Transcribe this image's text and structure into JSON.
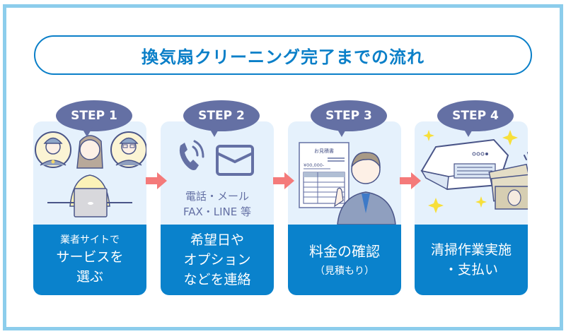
{
  "title": "換気扇クリーニング完了までの流れ",
  "colors": {
    "frame_border": "#8ccdec",
    "title_blue": "#0a7fc8",
    "card_light": "#e5f1fc",
    "card_dark": "#0a82cc",
    "bubble": "#6470a4",
    "arrow": "#f47a7a",
    "sparkle": "#f7df3a"
  },
  "steps": [
    {
      "step_label": "STEP 1",
      "illustration": "person-with-laptop-and-workers",
      "text_lines": [
        {
          "text": "業者サイトで",
          "size": "small"
        },
        {
          "text": "サービスを",
          "size": "large"
        },
        {
          "text": "選ぶ",
          "size": "large"
        }
      ]
    },
    {
      "step_label": "STEP 2",
      "illustration": "phone-and-mail-icons",
      "illustration_caption": [
        "電話・メール",
        "FAX・LINE 等"
      ],
      "text_lines": [
        {
          "text": "希望日や",
          "size": "large"
        },
        {
          "text": "オプション",
          "size": "large"
        },
        {
          "text": "などを連絡",
          "size": "large"
        }
      ]
    },
    {
      "step_label": "STEP 3",
      "illustration": "estimate-document-and-worker",
      "document": {
        "heading": "お見積書",
        "amount": "¥00,000-"
      },
      "text_lines": [
        {
          "text": "料金の確認",
          "size": "large"
        },
        {
          "text": "（見積もり）",
          "size": "small"
        }
      ]
    },
    {
      "step_label": "STEP 4",
      "illustration": "range-hood-and-money",
      "text_lines": [
        {
          "text": "清掃作業実施",
          "size": "large"
        },
        {
          "text": "・支払い",
          "size": "large"
        }
      ]
    }
  ]
}
